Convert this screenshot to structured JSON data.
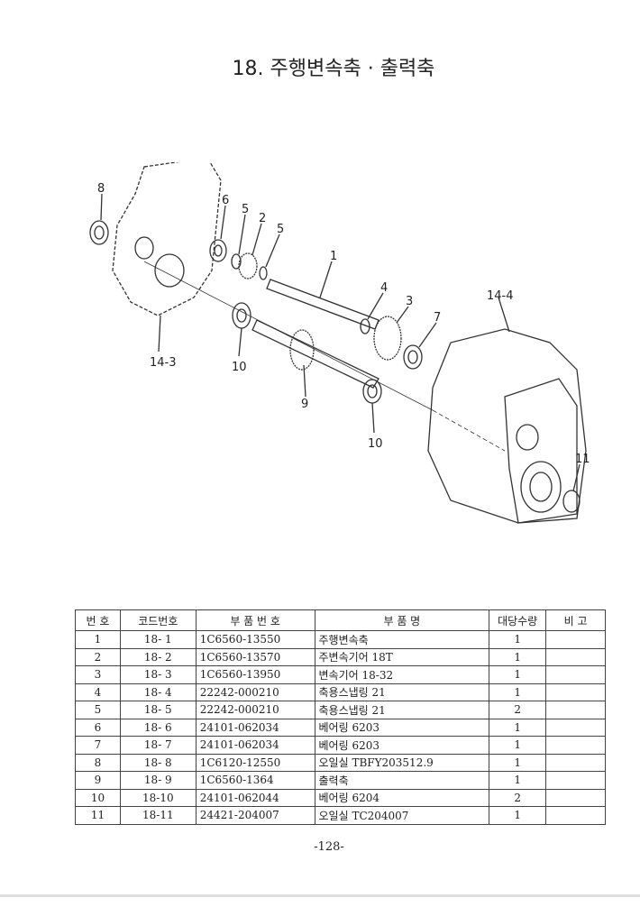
{
  "title": "18. 주행변속축 · 출력축",
  "diagram": {
    "callouts": [
      "8",
      "6",
      "5",
      "2",
      "5",
      "1",
      "4",
      "3",
      "7",
      "14-4",
      "14-3",
      "10",
      "9",
      "10",
      "11"
    ]
  },
  "table": {
    "headers": [
      "번  호",
      "코드번호",
      "부  품  번  호",
      "부      품      명",
      "대당수량",
      "비    고"
    ],
    "rows": [
      {
        "no": "1",
        "code": "18- 1",
        "part_no": "1C6560-13550",
        "name": "주행변속축",
        "qty": "1",
        "note": ""
      },
      {
        "no": "2",
        "code": "18- 2",
        "part_no": "1C6560-13570",
        "name": "주변속기어 18T",
        "qty": "1",
        "note": ""
      },
      {
        "no": "3",
        "code": "18- 3",
        "part_no": "1C6560-13950",
        "name": "변속기어 18-32",
        "qty": "1",
        "note": ""
      },
      {
        "no": "4",
        "code": "18- 4",
        "part_no": "22242-000210",
        "name": "축용스냅링 21",
        "qty": "1",
        "note": ""
      },
      {
        "no": "5",
        "code": "18- 5",
        "part_no": "22242-000210",
        "name": "축용스냅링 21",
        "qty": "2",
        "note": ""
      },
      {
        "no": "6",
        "code": "18- 6",
        "part_no": "24101-062034",
        "name": "베어링 6203",
        "qty": "1",
        "note": ""
      },
      {
        "no": "7",
        "code": "18- 7",
        "part_no": "24101-062034",
        "name": "베어링 6203",
        "qty": "1",
        "note": ""
      },
      {
        "no": "8",
        "code": "18- 8",
        "part_no": "1C6120-12550",
        "name": "오일실 TBFY203512.9",
        "qty": "1",
        "note": ""
      },
      {
        "no": "9",
        "code": "18- 9",
        "part_no": "1C6560-1364",
        "name": "출력축",
        "qty": "1",
        "note": ""
      },
      {
        "no": "10",
        "code": "18-10",
        "part_no": "24101-062044",
        "name": "베어링 6204",
        "qty": "2",
        "note": ""
      },
      {
        "no": "11",
        "code": "18-11",
        "part_no": "24421-204007",
        "name": "오일실 TC204007",
        "qty": "1",
        "note": ""
      }
    ]
  },
  "page_number": "-128-"
}
